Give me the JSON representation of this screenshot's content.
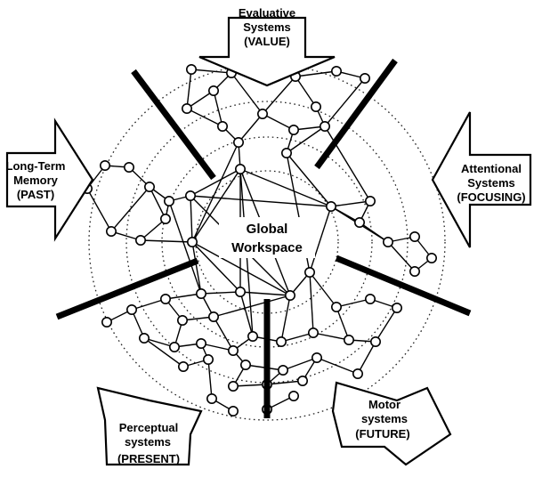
{
  "diagram": {
    "center": {
      "line1": "Global",
      "line2": "Workspace"
    },
    "arrows": [
      {
        "id": "value",
        "line1": "Evaluative",
        "line2": "Systems",
        "line3": "(VALUE)"
      },
      {
        "id": "past",
        "line1": "Long-Term",
        "line2": "Memory",
        "line3": "(PAST)"
      },
      {
        "id": "focusing",
        "line1": "Attentional",
        "line2": "Systems",
        "line3": "(FOCUSING)"
      },
      {
        "id": "present",
        "line1": "Perceptual",
        "line2": "systems",
        "line3": "(PRESENT)"
      },
      {
        "id": "future",
        "line1": "Motor",
        "line2": "systems",
        "line3": "(FUTURE)"
      }
    ]
  }
}
